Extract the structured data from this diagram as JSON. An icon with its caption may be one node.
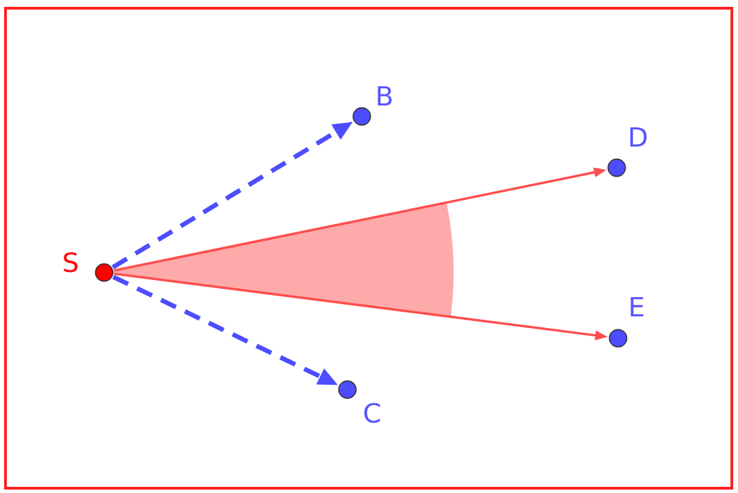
{
  "diagram": {
    "nodes": [
      {
        "text": [],
        "shape": "circle",
        "beside": [
          "S"
        ]
      },
      {
        "text": [],
        "shape": "circle",
        "beside": [
          "B"
        ]
      },
      {
        "text": [],
        "shape": "circle",
        "beside": [
          "C"
        ]
      },
      {
        "text": [],
        "shape": "circle",
        "beside": [
          "D"
        ]
      },
      {
        "text": [],
        "shape": "circle",
        "beside": [
          "E"
        ]
      }
    ],
    "edges": [
      {
        "from": 0,
        "to": 1,
        "arrow": "to",
        "style": "dashed",
        "color": "#4d4dff"
      },
      {
        "from": 0,
        "to": 2,
        "arrow": "to",
        "style": "dashed",
        "color": "#4d4dff"
      },
      {
        "from": 0,
        "to": 3,
        "arrow": "to",
        "color": "#ff4d4d"
      },
      {
        "from": 0,
        "to": 4,
        "arrow": "to",
        "color": "#ff4d4d"
      }
    ]
  }
}
